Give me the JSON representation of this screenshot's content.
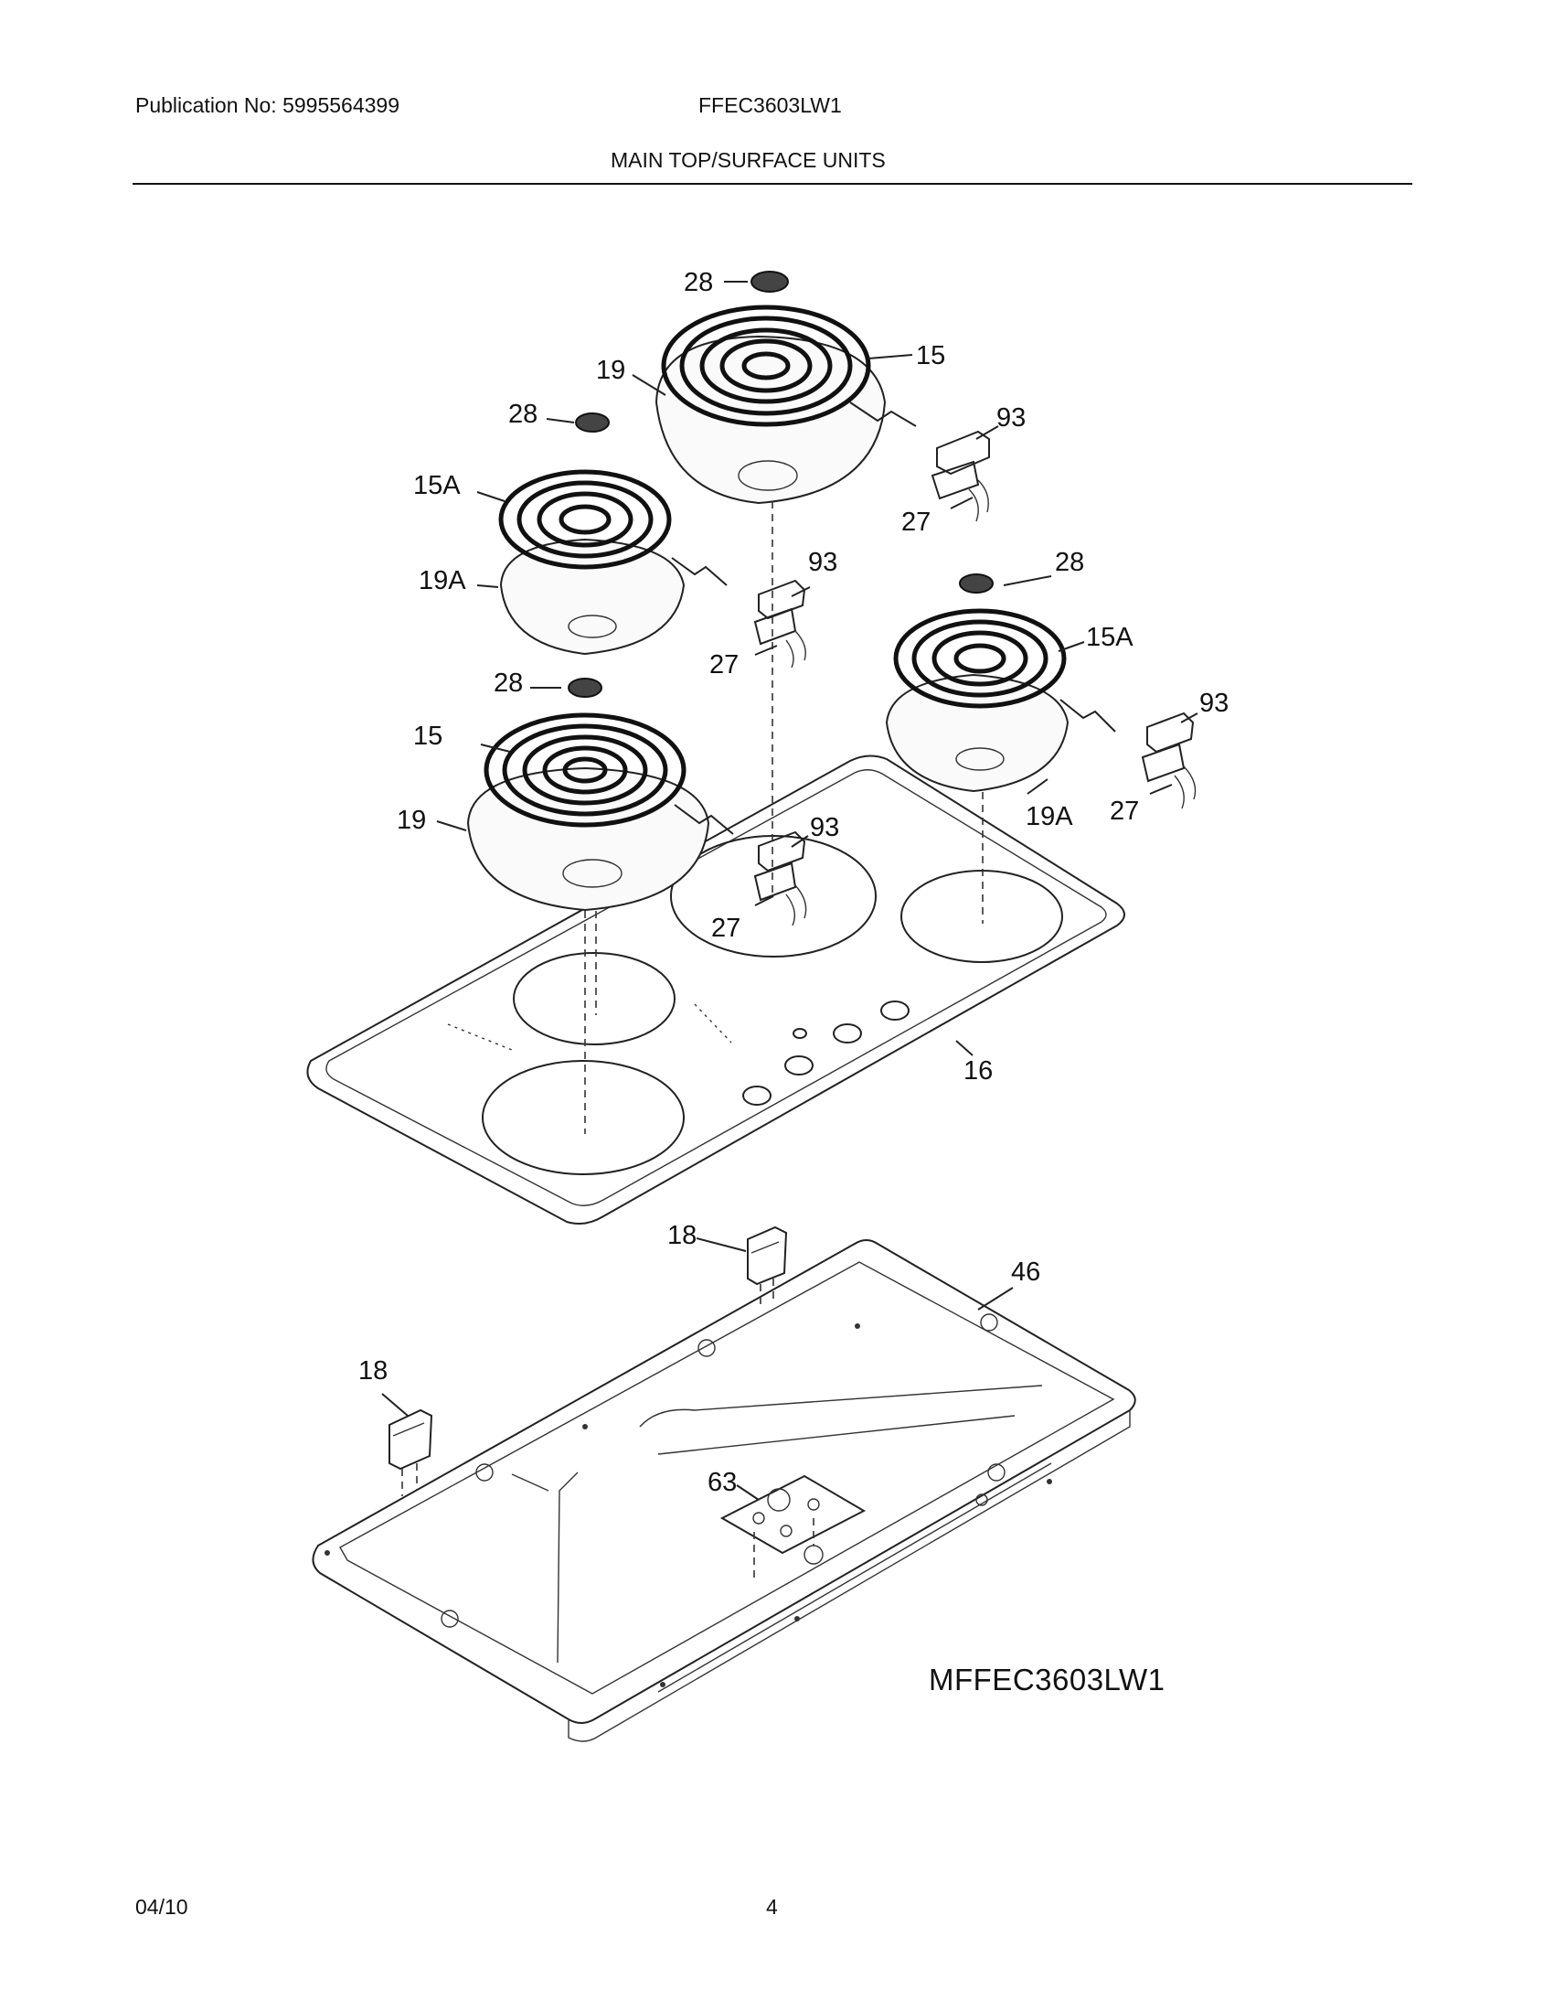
{
  "header": {
    "publication": "Publication No: 5995564399",
    "model": "FFEC3603LW1",
    "section_title": "MAIN TOP/SURFACE UNITS"
  },
  "footer": {
    "date": "04/10",
    "page_number": "4"
  },
  "diagram": {
    "code": "MFFEC3603LW1",
    "callouts": {
      "c28_top": "28",
      "c15_top": "15",
      "c19_top": "19",
      "c28_left": "28",
      "c93_top": "93",
      "c15A_left": "15A",
      "c27_top": "27",
      "c19A_left": "19A",
      "c93_mid": "93",
      "c28_right": "28",
      "c27_mid": "27",
      "c15A_right": "15A",
      "c28_mid": "28",
      "c93_right": "93",
      "c15_left": "15",
      "c19_left": "19",
      "c19A_right": "19A",
      "c27_right": "27",
      "c93_low": "93",
      "c27_low": "27",
      "c16": "16",
      "c18_top": "18",
      "c46": "46",
      "c18_left": "18",
      "c63": "63"
    }
  }
}
